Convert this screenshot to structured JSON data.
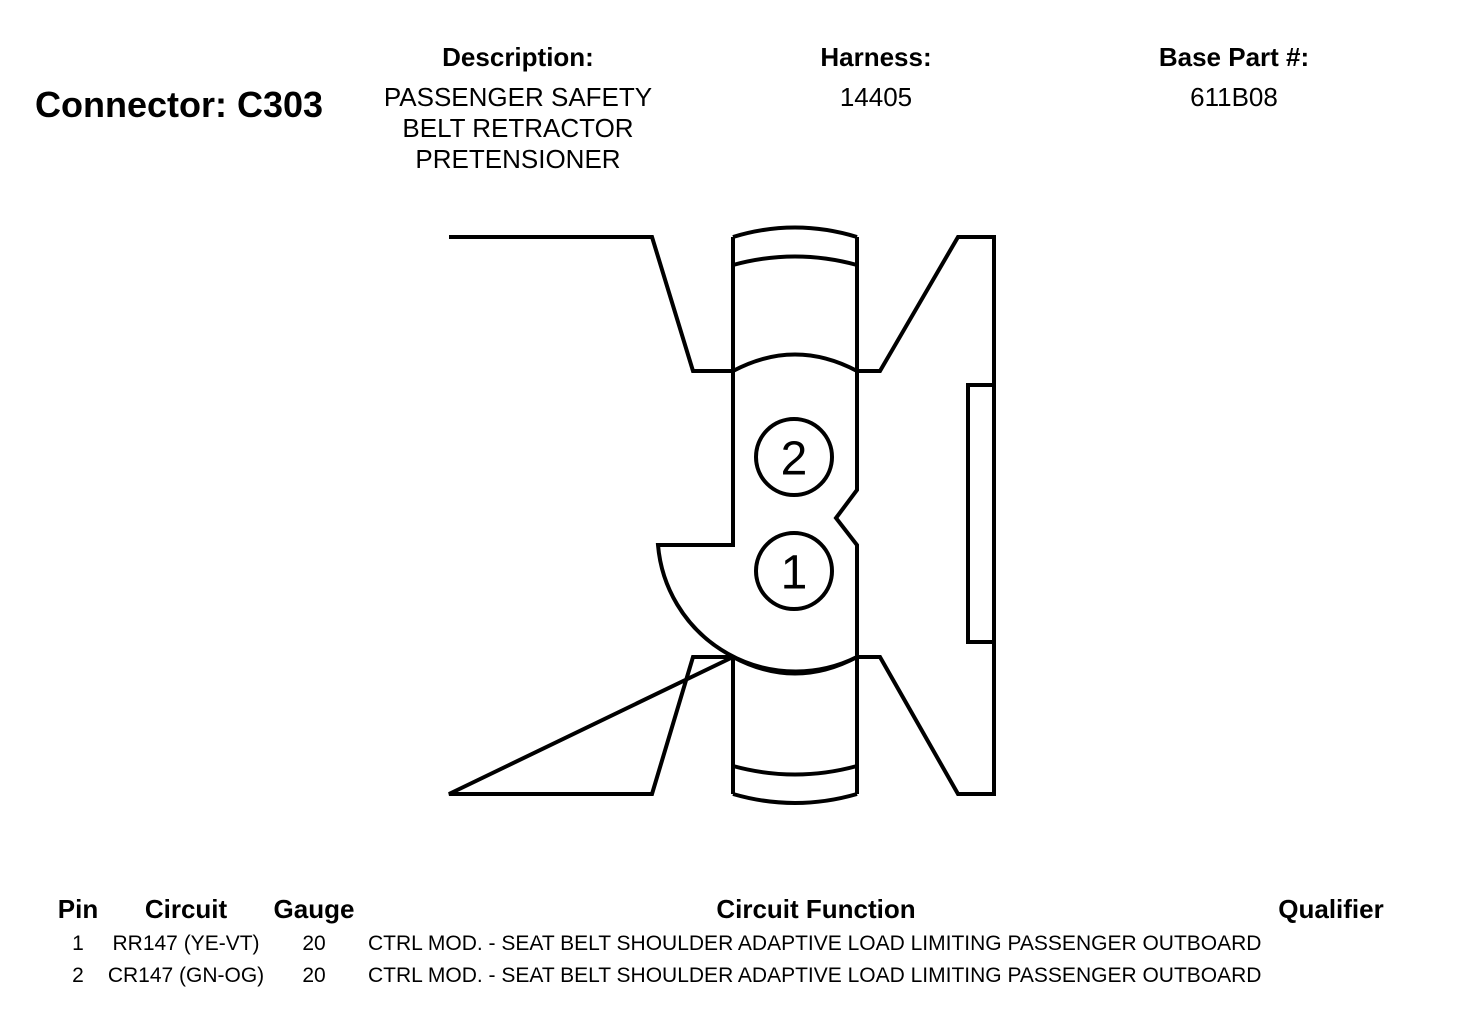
{
  "header": {
    "connector_title": "Connector: C303",
    "description_label": "Description:",
    "description_value": "PASSENGER SAFETY BELT RETRACTOR PRETENSIONER",
    "harness_label": "Harness:",
    "harness_value": "14405",
    "base_part_label": "Base Part #:",
    "base_part_value": "611B08"
  },
  "connector_face": {
    "pins": [
      {
        "label": "2"
      },
      {
        "label": "1"
      }
    ]
  },
  "pin_table": {
    "headers": {
      "pin": "Pin",
      "circuit": "Circuit",
      "gauge": "Gauge",
      "function": "Circuit Function",
      "qualifier": "Qualifier"
    },
    "rows": [
      {
        "pin": "1",
        "circuit": "RR147 (YE-VT)",
        "gauge": "20",
        "function": "CTRL MOD. - SEAT BELT SHOULDER ADAPTIVE LOAD LIMITING PASSENGER OUTBOARD",
        "qualifier": ""
      },
      {
        "pin": "2",
        "circuit": "CR147 (GN-OG)",
        "gauge": "20",
        "function": "CTRL MOD. - SEAT BELT SHOULDER ADAPTIVE LOAD LIMITING PASSENGER OUTBOARD",
        "qualifier": ""
      }
    ]
  }
}
